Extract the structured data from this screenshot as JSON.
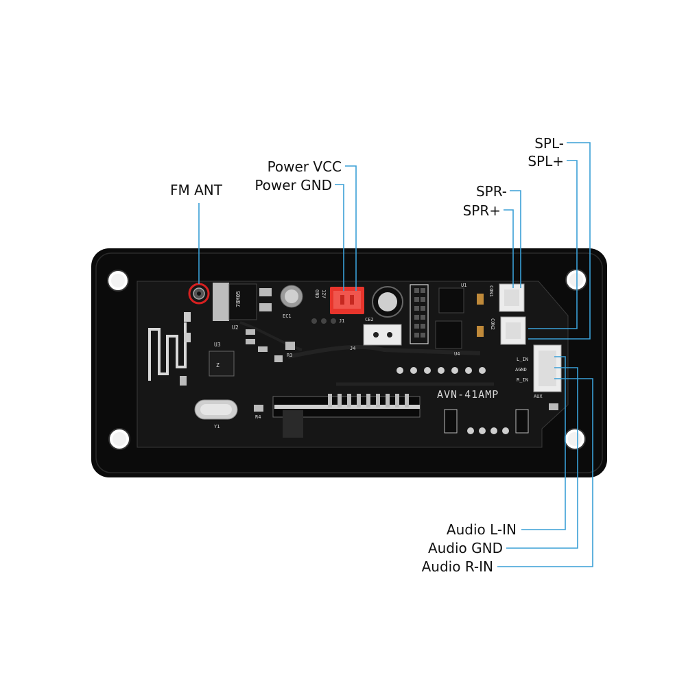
{
  "colors": {
    "leader": "#3a9fd6",
    "frame": "#0b0b0b",
    "pcb": "#121212",
    "power_connector": "#e8352c",
    "antenna_ring": "#d62020"
  },
  "callouts": {
    "fm_ant": "FM ANT",
    "power_vcc": "Power VCC",
    "power_gnd": "Power GND",
    "spl_minus": "SPL-",
    "spl_plus": "SPL+",
    "spr_minus": "SPR-",
    "spr_plus": "SPR+",
    "audio_l_in": "Audio L-IN",
    "audio_gnd": "Audio GND",
    "audio_r_in": "Audio R-IN"
  },
  "silkscreen": {
    "model": "AVN-41AMP",
    "regulator": "78M05",
    "u1": "U1",
    "u2": "U2",
    "u3": "U3",
    "u4": "U4",
    "y1": "Y1",
    "r4": "R4",
    "r3": "R3",
    "j1": "J1",
    "j4": "J4",
    "ec1": "EC1",
    "ce2": "CE2",
    "gnd": "GND",
    "v12": "12V",
    "con1": "CON1",
    "con2": "CON2",
    "l_in": "L_IN",
    "agnd": "AGND",
    "r_in": "R_IN",
    "aux": "AUX"
  }
}
